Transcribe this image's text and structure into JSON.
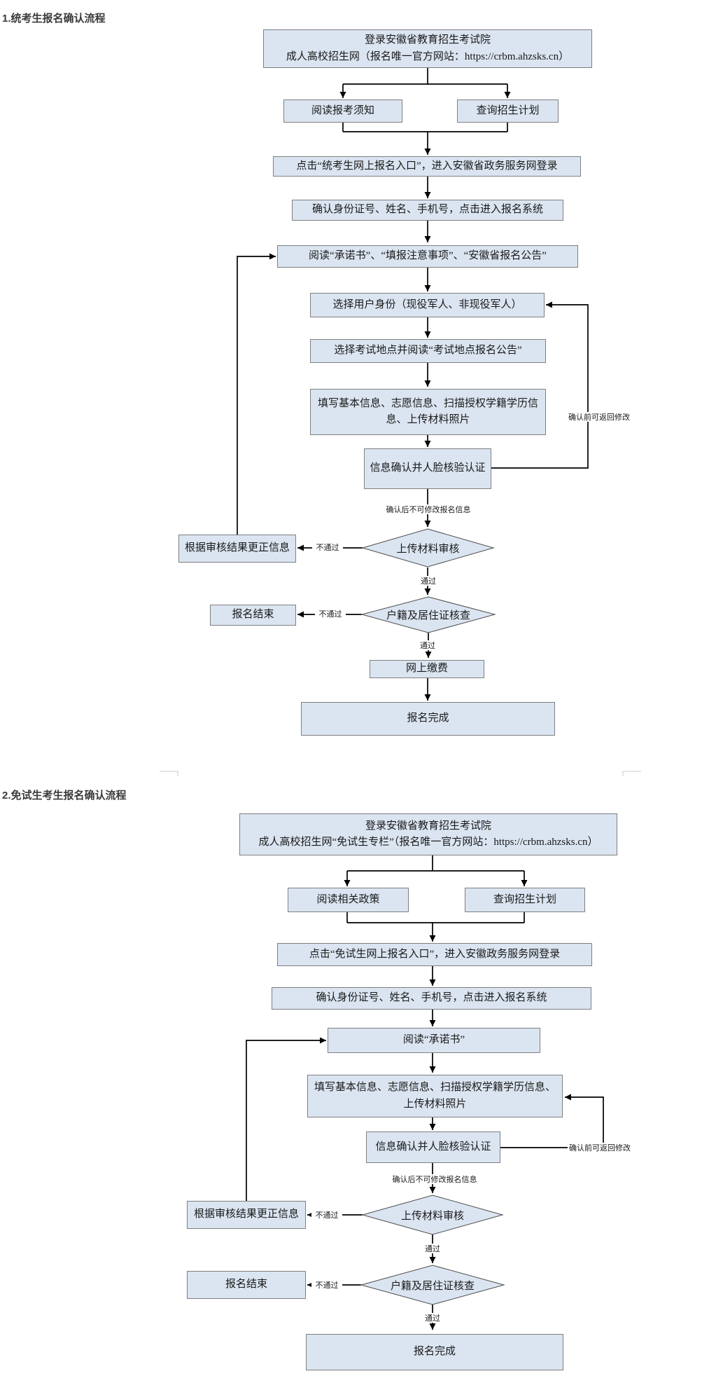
{
  "colors": {
    "box_fill": "#dbe5f1",
    "box_border": "#7f7f7f",
    "line": "#000000",
    "title_text": "#3a3a3a",
    "page_mark": "#c8c8c8"
  },
  "flow1": {
    "title": "1.统考生报名确认流程",
    "login_line1": "登录安徽省教育招生考试院",
    "login_line2": "成人高校招生网（报名唯一官方网站：https://crbm.ahzsks.cn）",
    "read_notice": "阅读报考须知",
    "query_plan": "查询招生计划",
    "click_entry": "点击“统考生网上报名入口”，进入安徽省政务服务网登录",
    "confirm_identity": "确认身份证号、姓名、手机号，点击进入报名系统",
    "read_docs": "阅读“承诺书”、“填报注意事项”、“安徽省报名公告”",
    "select_role": "选择用户身份（现役军人、非现役军人）",
    "select_site": "选择考试地点并阅读“考试地点报名公告”",
    "fill_info": "填写基本信息、志愿信息、扫描授权学籍学历信息、上传材料照片",
    "face_verify": "信息确认并人脸核验认证",
    "note_before": "确认前可返回修改",
    "note_after": "确认后不可修改报名信息",
    "audit": "上传材料审核",
    "correct": "根据审核结果更正信息",
    "fail": "不通过",
    "pass": "通过",
    "residence_check": "户籍及居住证核查",
    "end": "报名结束",
    "pay": "网上缴费",
    "done": "报名完成"
  },
  "flow2": {
    "title": "2.免试生考生报名确认流程",
    "login_line1": "登录安徽省教育招生考试院",
    "login_line2": "成人高校招生网“免试生专栏”（报名唯一官方网站：https://crbm.ahzsks.cn）",
    "read_policy": "阅读相关政策",
    "query_plan": "查询招生计划",
    "click_entry": "点击“免试生网上报名入口”，进入安徽政务服务网登录",
    "confirm_identity": "确认身份证号、姓名、手机号，点击进入报名系统",
    "read_docs": "阅读“承诺书”",
    "fill_info": "填写基本信息、志愿信息、扫描授权学籍学历信息、上传材料照片",
    "face_verify": "信息确认并人脸核验认证",
    "note_before": "确认前可返回修改",
    "note_after": "确认后不可修改报名信息",
    "audit": "上传材料审核",
    "correct": "根据审核结果更正信息",
    "fail": "不通过",
    "pass": "通过",
    "residence_check": "户籍及居住证核查",
    "end": "报名结束",
    "done": "报名完成"
  }
}
